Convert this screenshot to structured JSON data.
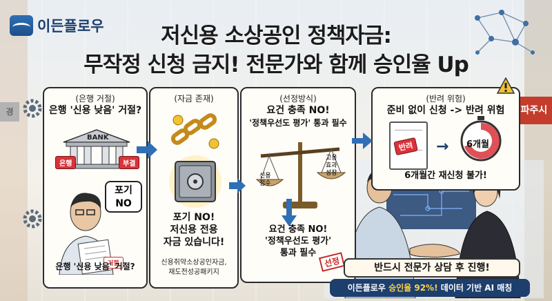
{
  "brand": {
    "logo_text": "이든플로우"
  },
  "title": {
    "line1": "저신용 소상공인 정책자금:",
    "line2": "무작정 신청 금지! 전문가와 함께 승인율 Up"
  },
  "panels": {
    "p1": {
      "head": "(은행 거절)",
      "main": "은행 '신용 낮음' 거절?",
      "bank_sign": "BANK",
      "badge_left": "은행",
      "badge_right": "부결",
      "speech": "포기\nNO",
      "paper_stamp": "거절",
      "foot": "은행 '신용 낮음' 거절?"
    },
    "p2": {
      "head": "(자금 존재)",
      "main_line1": "포기 NO!",
      "main_line2": "저신용 전용",
      "main_line3": "자금 있습니다!",
      "sub_line1": "신용취약소상공인자금,",
      "sub_line2": "재도전성공패키지"
    },
    "p3": {
      "head": "(선정방식)",
      "main_line1": "요건 충족 NO!",
      "main_line2": "'정책우선도 평가' 통과 필수",
      "left_weight": "신용\n점수",
      "right_weight": "고용\n효과\n성장",
      "foot_line1": "요건 충족 NO!",
      "foot_line2": "'정책우선도 평가'",
      "foot_line3": "통과 필수",
      "stamp": "선정"
    },
    "p4": {
      "head": "(반려 위험)",
      "main": "준비 없이 신청 -> 반려 위험",
      "doc_stamp": "반려",
      "timer_label": "6개월",
      "foot": "6개월간 재신청 불가!"
    }
  },
  "banners": {
    "consult": "반드시 전문가 상담 후 진행!",
    "stat_prefix": "이든플로우 ",
    "stat_highlight": "승인율 92%!",
    "stat_suffix": " 데이터 기반 AI 매칭"
  },
  "background": {
    "shop_sign": "파주시",
    "left_sign": "경"
  }
}
